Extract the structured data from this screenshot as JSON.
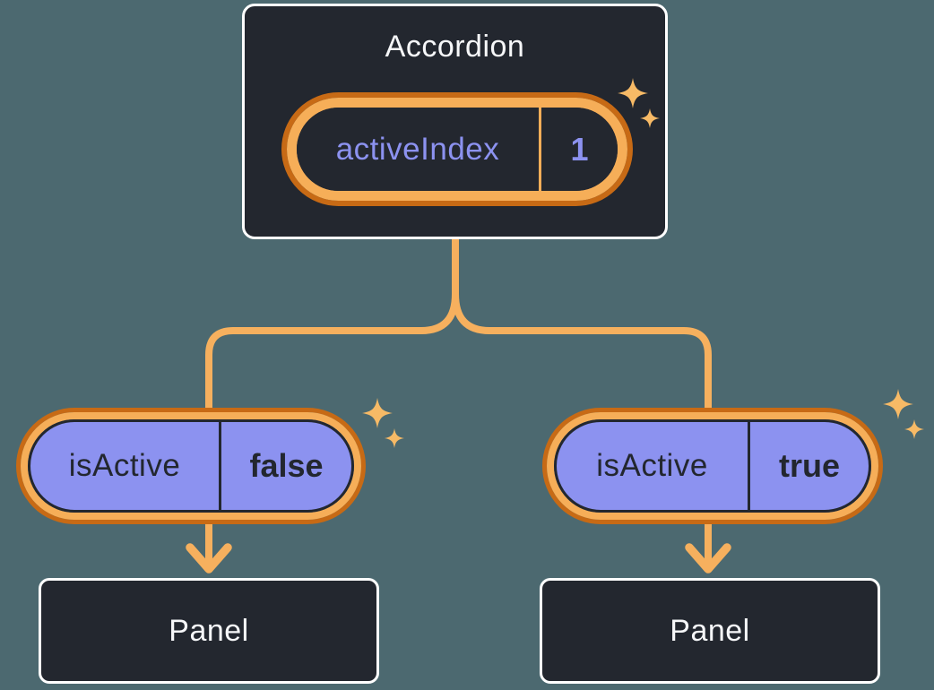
{
  "colors": {
    "background": "#4C6970",
    "node_bg": "#23272F",
    "node_border": "#FFFFFF",
    "text_light": "#F6F7F9",
    "text_dark": "#23272F",
    "purple": "#8C92F0",
    "orange_dark": "#C76A15",
    "orange_light": "#F6AE58",
    "connector": "#F6B05E",
    "sparkle": "#F7BA66"
  },
  "icons": {
    "sparkle": {
      "name": "sparkle-icon",
      "glyph": "✦"
    }
  },
  "tree": {
    "root": {
      "title": "Accordion",
      "state": {
        "label": "activeIndex",
        "value": "1"
      }
    },
    "children": [
      {
        "prop": {
          "label": "isActive",
          "value": "false"
        },
        "panel": {
          "title": "Panel"
        }
      },
      {
        "prop": {
          "label": "isActive",
          "value": "true"
        },
        "panel": {
          "title": "Panel"
        }
      }
    ]
  }
}
